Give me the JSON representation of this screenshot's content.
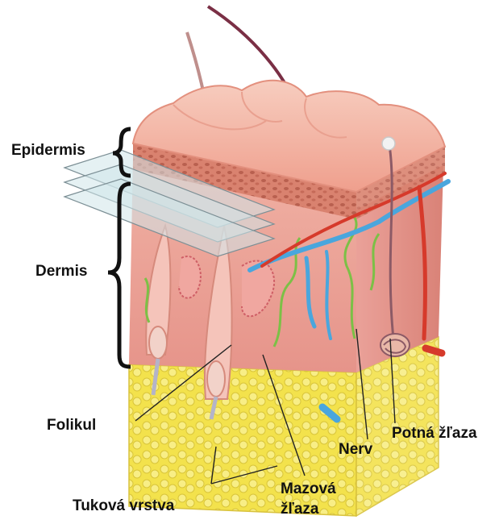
{
  "labels": {
    "epidermis": "Epidermis",
    "dermis": "Dermis",
    "folikul": "Folikul",
    "nerv": "Nerv",
    "potna_zlaza": "Potná žľaza",
    "tukova_vrstva": "Tuková vrstva",
    "mazova_line1": "Mazová",
    "mazova_line2": "žľaza"
  },
  "colors": {
    "skin_top": "#f3b9a6",
    "epidermis": "#d8806c",
    "dermis": "#eba49c",
    "fat": "#f2e24a",
    "vein": "#4aa6dd",
    "artery": "#d63a2b",
    "nerve": "#7cc046",
    "section_plane": "#cfe6e9"
  }
}
